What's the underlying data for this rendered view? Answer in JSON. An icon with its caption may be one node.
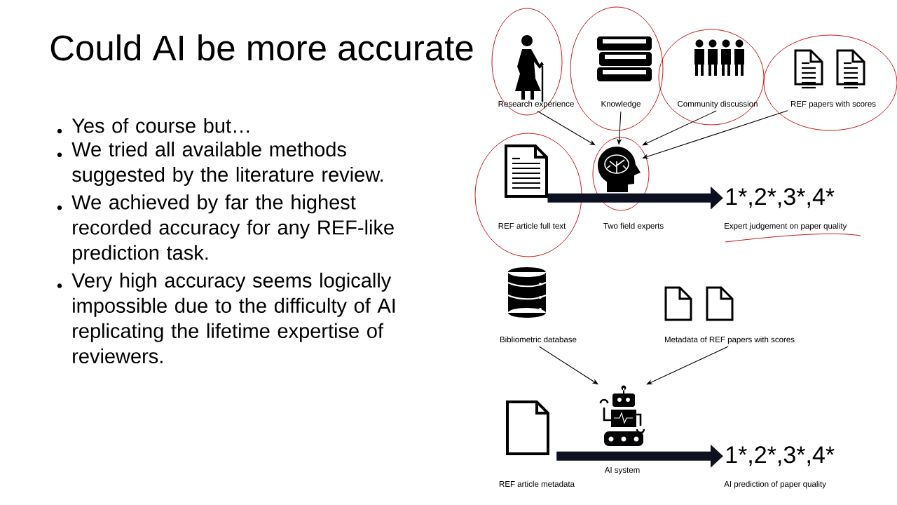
{
  "diagram": {
    "title": "Could AI be more accurate",
    "nodes": [
      {
        "text": [
          "Research experience"
        ]
      },
      {
        "text": [
          "Knowledge"
        ]
      },
      {
        "text": [
          "Community discussion"
        ]
      },
      {
        "text": [
          "REF papers with scores"
        ]
      },
      {
        "text": [
          "REF article full text"
        ]
      },
      {
        "text": [],
        "shape": "picture",
        "beside": [
          "Two field experts"
        ]
      },
      {
        "text": [
          "1*,2*,3*,4*"
        ],
        "beside": [
          "Expert judgement on paper quality"
        ]
      },
      {
        "text": [
          "Bibliometric database"
        ]
      },
      {
        "text": [
          "Metadata of REF papers with scores"
        ]
      },
      {
        "text": [
          "REF article metadata"
        ]
      },
      {
        "text": [],
        "shape": "picture",
        "beside": [
          "AI system"
        ]
      },
      {
        "text": [
          "1*,2*,3*,4*"
        ],
        "beside": [
          "AI prediction of paper quality"
        ]
      }
    ],
    "edges": [
      {
        "from": 0,
        "to": 5,
        "arrow": "to"
      },
      {
        "from": 1,
        "to": 5,
        "arrow": "to"
      },
      {
        "from": 2,
        "to": 5,
        "arrow": "to"
      },
      {
        "from": 3,
        "to": 5,
        "arrow": "to"
      },
      {
        "from": 4,
        "to": 6,
        "arrow": "to",
        "style": "thick"
      },
      {
        "from": 7,
        "to": 10,
        "arrow": "to"
      },
      {
        "from": 8,
        "to": 10,
        "arrow": "to"
      },
      {
        "from": 9,
        "to": 11,
        "arrow": "to",
        "style": "thick"
      }
    ],
    "labels": [
      "Yes of course but…",
      "We tried all available methods suggested by the literature review.",
      "We achieved by far the highest recorded accuracy for any REF-like prediction task.",
      "Very high accuracy seems logically impossible due to the difficulty of AI replicating the lifetime expertise of reviewers."
    ]
  }
}
